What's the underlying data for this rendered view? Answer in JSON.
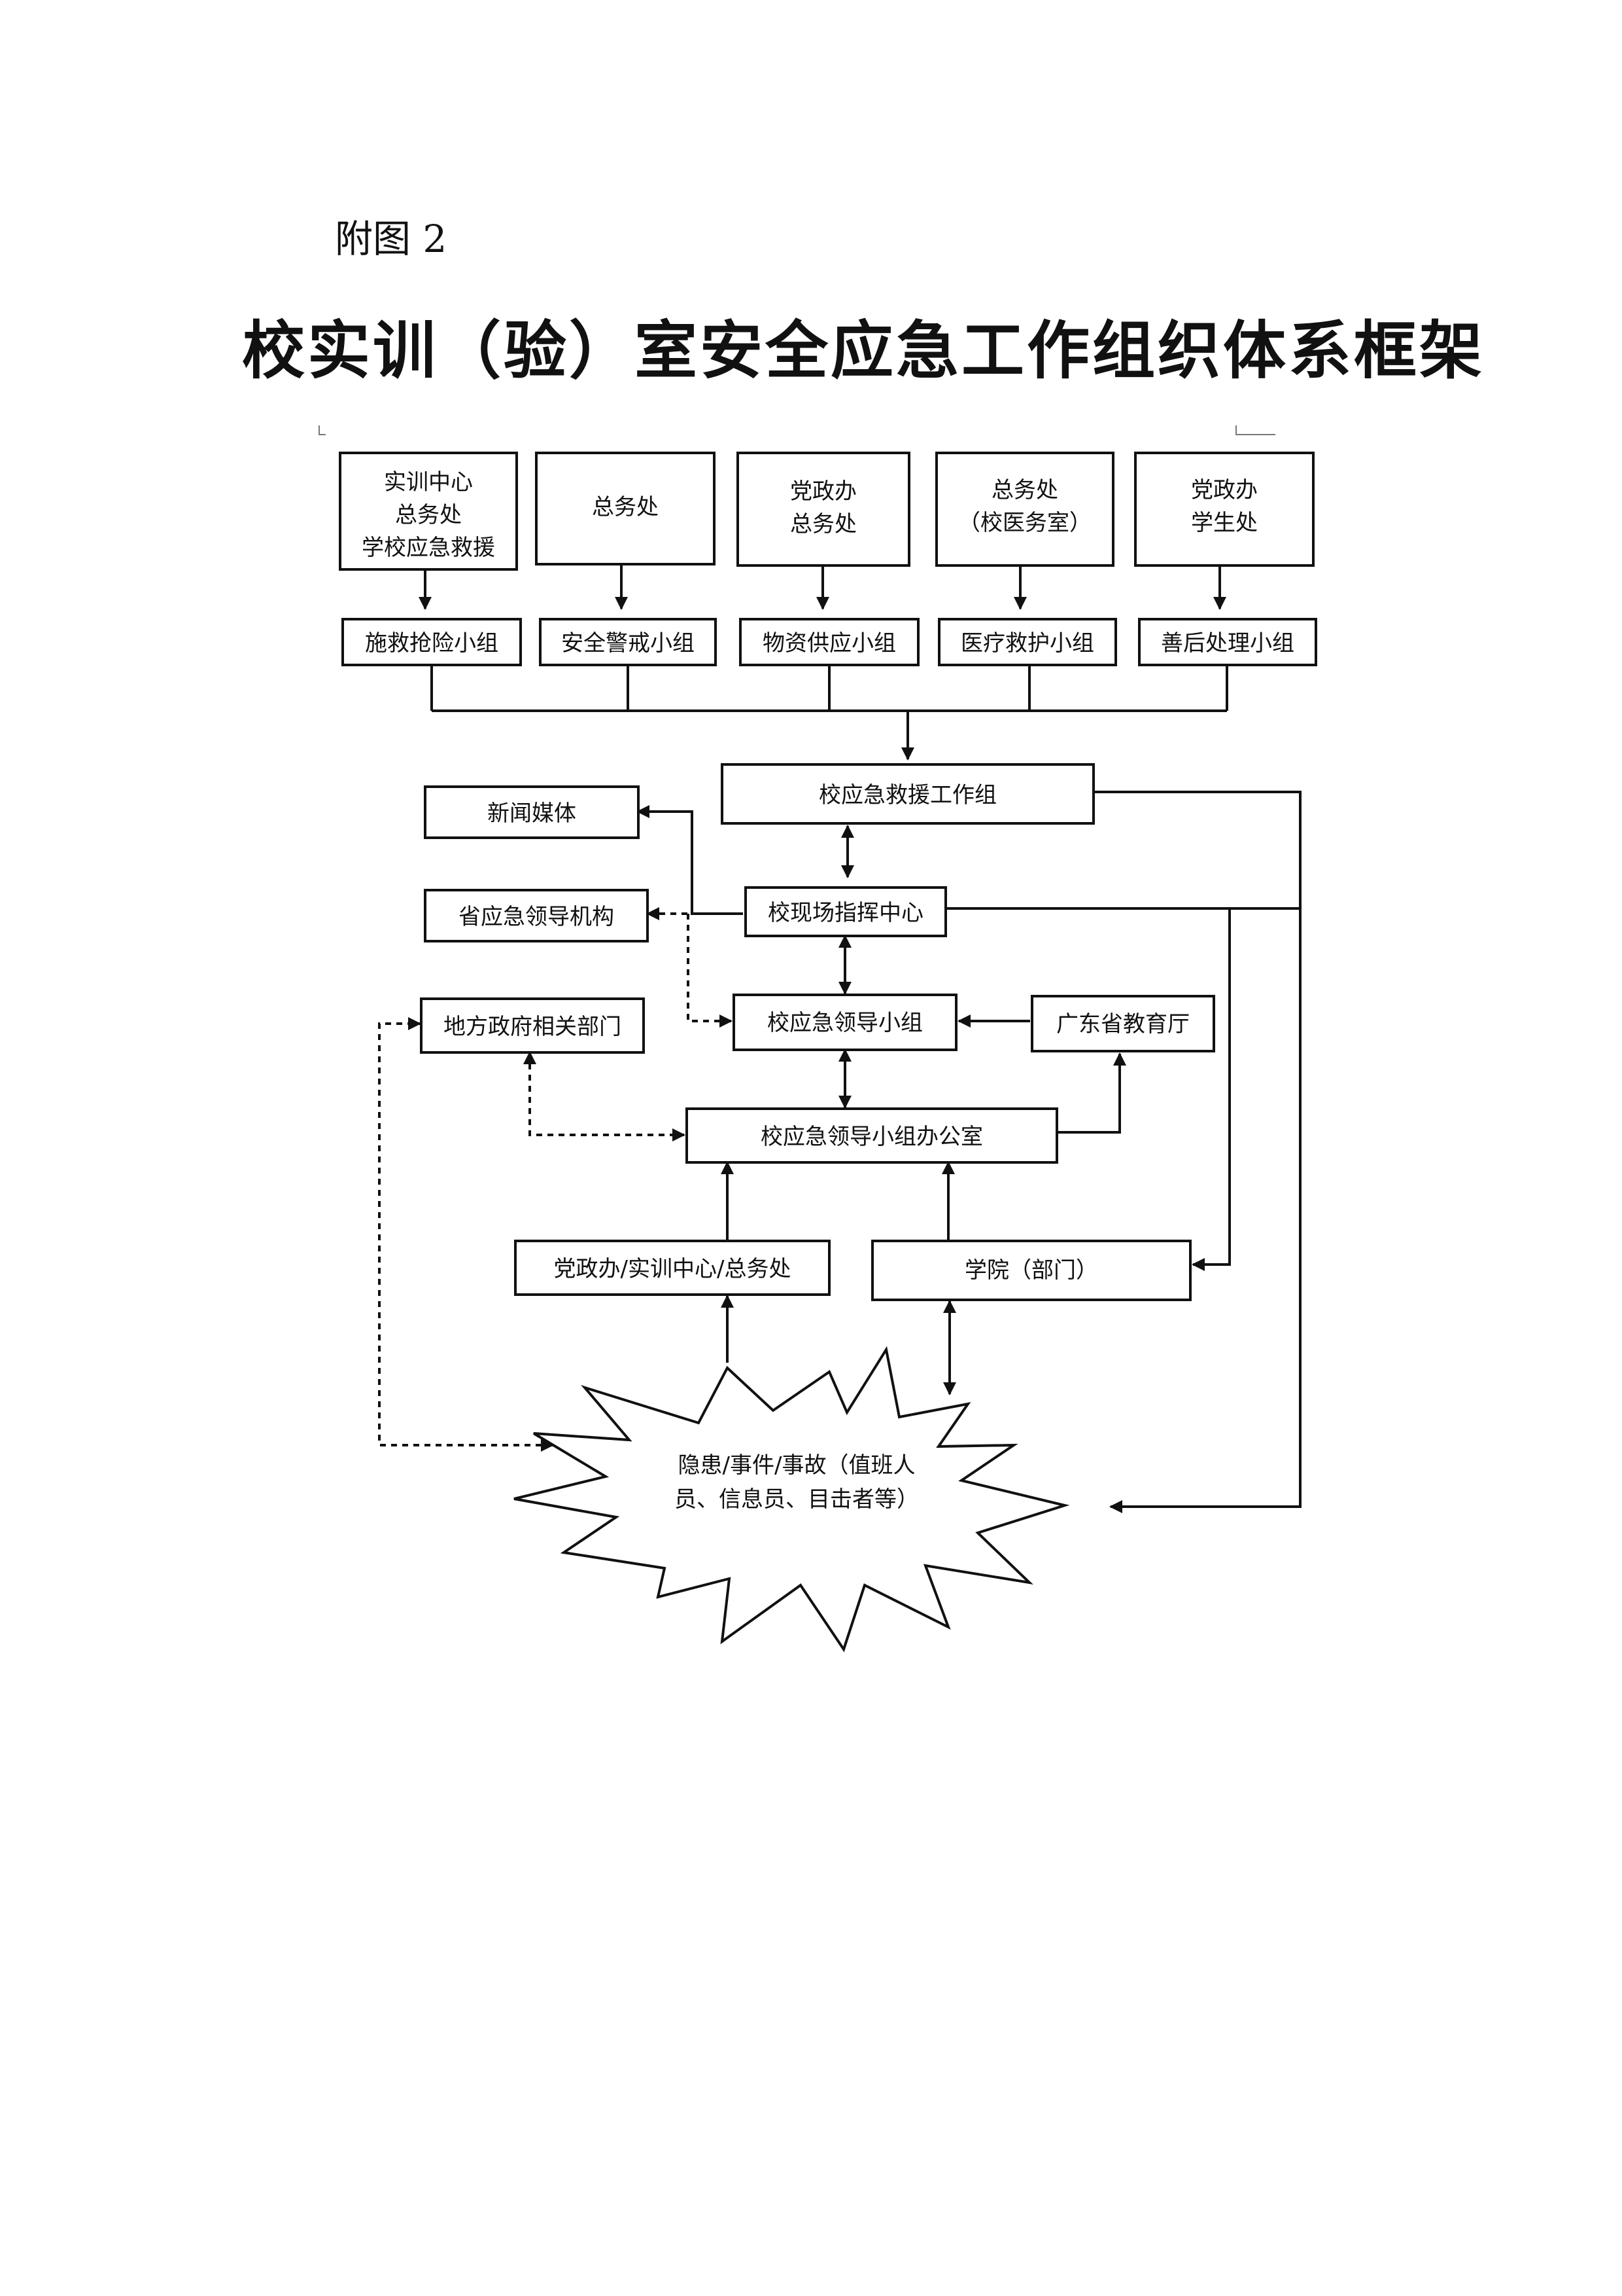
{
  "page": {
    "annex_label": "附图 2",
    "title": "校实训（验）室安全应急工作组织体系框架"
  },
  "diagram": {
    "top_units": [
      {
        "id": "u1",
        "lines": [
          "实训中心",
          "总务处",
          "学校应急救援"
        ]
      },
      {
        "id": "u2",
        "lines": [
          "总务处"
        ]
      },
      {
        "id": "u3",
        "lines": [
          "党政办",
          "总务处"
        ]
      },
      {
        "id": "u4",
        "lines": [
          "总务处",
          "（校医务室）"
        ]
      },
      {
        "id": "u5",
        "lines": [
          "党政办",
          "学生处"
        ]
      }
    ],
    "groups": [
      {
        "id": "g1",
        "label": "施救抢险小组"
      },
      {
        "id": "g2",
        "label": "安全警戒小组"
      },
      {
        "id": "g3",
        "label": "物资供应小组"
      },
      {
        "id": "g4",
        "label": "医疗救护小组"
      },
      {
        "id": "g5",
        "label": "善后处理小组"
      }
    ],
    "rescue_team": "校应急救援工作组",
    "news_media": "新闻媒体",
    "command_center": "校现场指挥中心",
    "provincial_leadership": "省应急领导机构",
    "local_government": "地方政府相关部门",
    "leadership_group": "校应急领导小组",
    "education_dept": "广东省教育厅",
    "leadership_office": "校应急领导小组办公室",
    "admin_offices": "党政办/实训中心/总务处",
    "colleges": "学院（部门）",
    "incident": {
      "lines": [
        "隐患/事件/事故（值班人",
        "员、信息员、目击者等）"
      ]
    }
  }
}
